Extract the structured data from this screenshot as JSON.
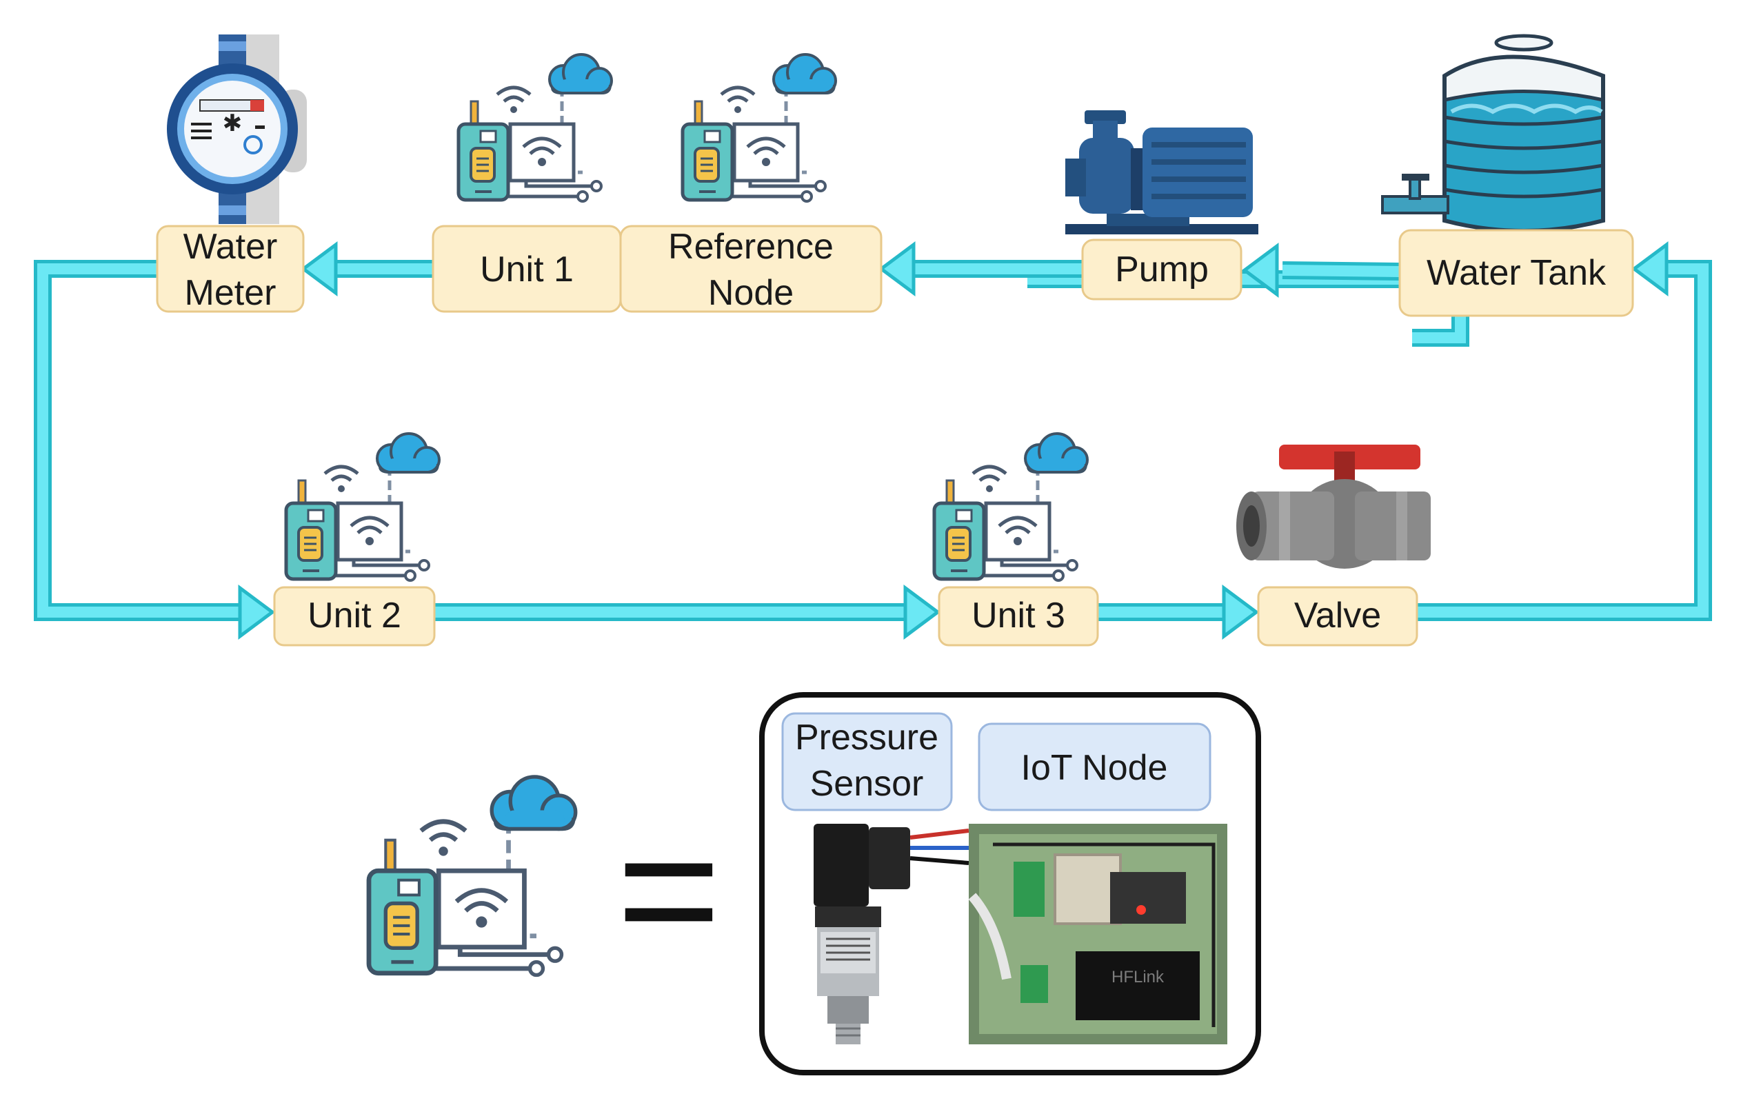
{
  "nodes": {
    "water_meter": [
      "Water",
      "Meter"
    ],
    "unit_1": [
      "Unit 1"
    ],
    "reference_node": [
      "Reference",
      "Node"
    ],
    "pump": [
      "Pump"
    ],
    "water_tank": [
      "Water Tank"
    ],
    "unit_2": [
      "Unit 2"
    ],
    "unit_3": [
      "Unit 3"
    ],
    "valve": [
      "Valve"
    ]
  },
  "legend": {
    "equals_symbol": "=",
    "pressure_sensor": [
      "Pressure",
      "Sensor"
    ],
    "iot_node": [
      "IoT Node"
    ]
  },
  "photo_text": {
    "pcb_module_label": "HFLink"
  },
  "colors": {
    "pipe": "#6be8f4",
    "pipe_outline": "#25b9c8",
    "node_fill": "#fdefcc",
    "legend_label_fill": "#dce9f9",
    "iot_icon_teal": "#4fb8ba",
    "cloud": "#2fa9e0"
  }
}
